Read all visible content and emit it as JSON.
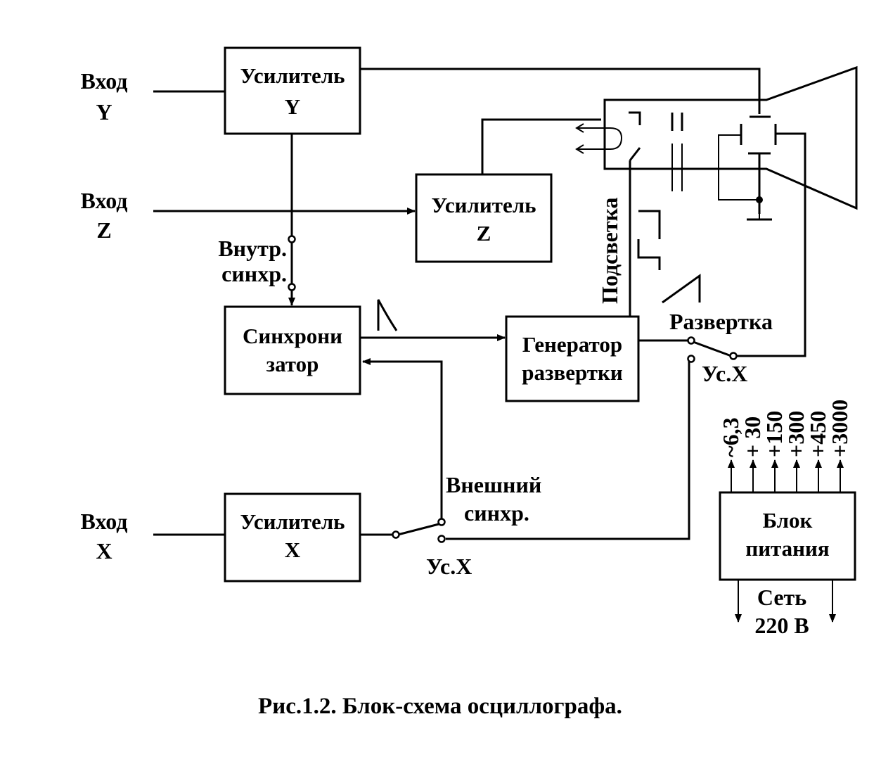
{
  "inputs": {
    "y": {
      "line1": "Вход",
      "line2": "Y"
    },
    "z": {
      "line1": "Вход",
      "line2": "Z"
    },
    "x": {
      "line1": "Вход",
      "line2": "X"
    }
  },
  "blocks": {
    "amp_y": {
      "line1": "Усилитель",
      "line2": "Y"
    },
    "amp_z": {
      "line1": "Усилитель",
      "line2": "Z"
    },
    "sync": {
      "line1": "Синхрони",
      "line2": "затор"
    },
    "sweep_gen": {
      "line1": "Генератор",
      "line2": "развертки"
    },
    "amp_x": {
      "line1": "Усилитель",
      "line2": "X"
    },
    "power": {
      "line1": "Блок",
      "line2": "питания"
    }
  },
  "labels": {
    "int_sync_1": "Внутр.",
    "int_sync_2": "синхр.",
    "ext_sync_1": "Внешний",
    "ext_sync_2": "синхр.",
    "blanking": "Подсветка",
    "sweep": "Развертка",
    "us_x_top": "Ус.X",
    "us_x_bottom": "Ус.X",
    "mains_1": "Сеть",
    "mains_2": "220 В"
  },
  "voltages": [
    "~6,3",
    "+ 30",
    "+150",
    "+300",
    "+450",
    "+3000"
  ],
  "caption": "Рис.1.2. Блок-схема осциллографа."
}
